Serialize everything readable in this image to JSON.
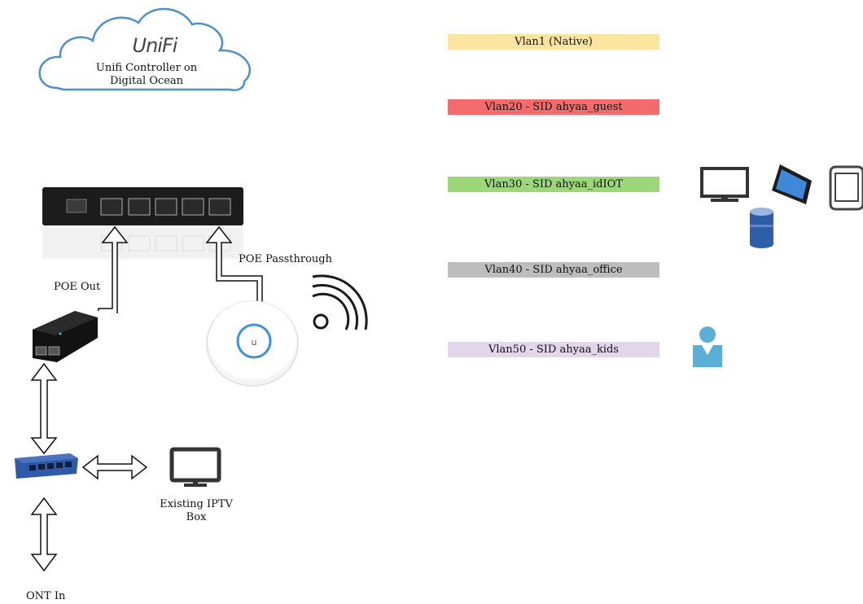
{
  "cloud": {
    "logo_text": "UniFi",
    "line1": "Unifi Controller on",
    "line2": "Digital Ocean"
  },
  "labels": {
    "poe_out": "POE Out",
    "poe_passthrough": "POE Passthrough",
    "iptv_line1": "Existing IPTV",
    "iptv_line2": "Box",
    "ont_in": "ONT In"
  },
  "vlans": [
    {
      "label": "Vlan1 (Native)",
      "color": "#fbe3a0"
    },
    {
      "label": "Vlan20 - SID ahyaa_guest",
      "color": "#f36b6b"
    },
    {
      "label": "Vlan30 - SID ahyaa_idIOT",
      "color": "#9ed67a"
    },
    {
      "label": "Vlan40 - SID ahyaa_office",
      "color": "#bdbdbd"
    },
    {
      "label": "Vlan50 - SID ahyaa_kids",
      "color": "#e1d6ea"
    }
  ],
  "icons": {
    "cloud": "cloud-icon",
    "router": "edgerouter-icon",
    "poe_injector": "poe-injector-icon",
    "access_point": "access-point-icon",
    "wifi": "wifi-signal-icon",
    "switch": "network-switch-icon",
    "tv": "tv-monitor-icon",
    "iot_devices": [
      "monitor-icon",
      "tablet-icon",
      "phone-icon",
      "database-icon"
    ],
    "kids": "person-icon"
  },
  "colors": {
    "cloud_stroke": "#4a8fd0",
    "device_blue": "#2f74b5",
    "person_blue": "#5aafd6",
    "dark_device": "#1c1c1c"
  }
}
